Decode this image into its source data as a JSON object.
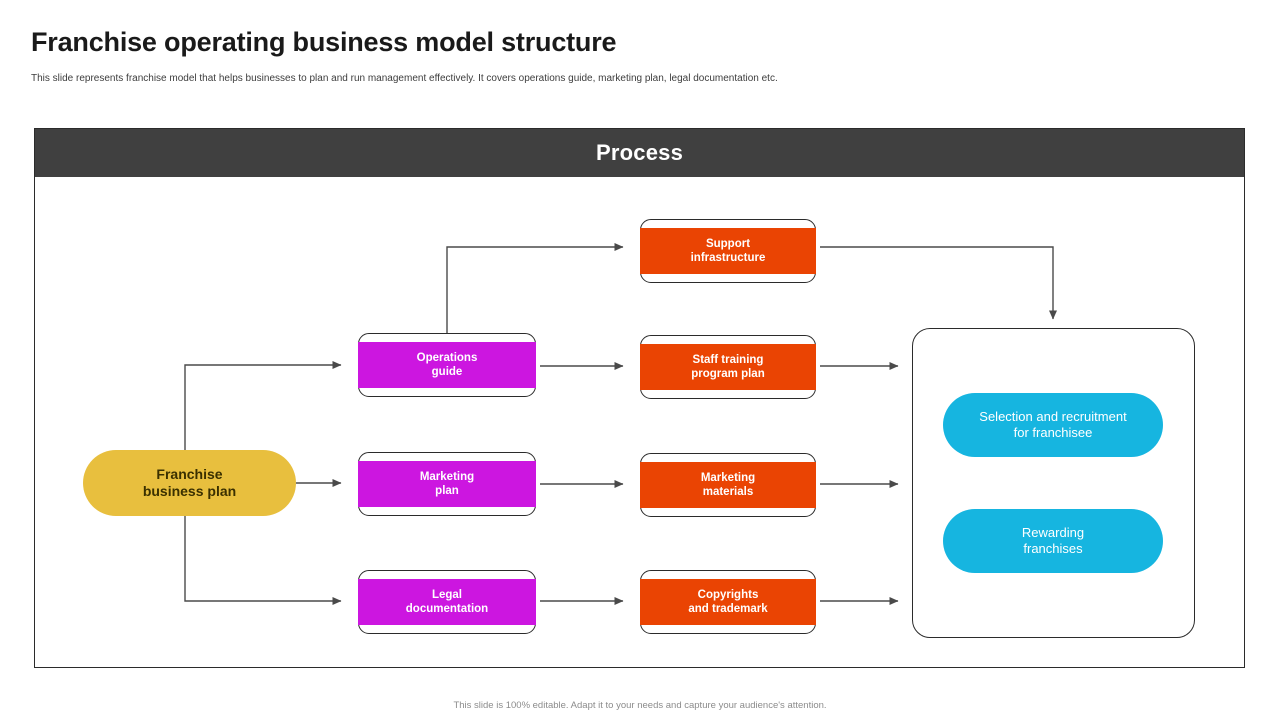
{
  "slide": {
    "title": "Franchise operating business model structure",
    "subtitle": "This slide represents franchise model that helps businesses to plan and run management effectively. It covers operations guide, marketing plan, legal documentation etc.",
    "footer": "This slide is 100% editable. Adapt it to your needs and capture your audience's attention."
  },
  "panel": {
    "header_label": "Process",
    "header_bg": "#404040",
    "header_text_color": "#ffffff",
    "border_color": "#2b2b2b"
  },
  "colors": {
    "start_node": "#e8bf3e",
    "start_node_text": "#3a3000",
    "stage_magenta": "#cc16e0",
    "stage_orange": "#ea4403",
    "outcome_cyan": "#16b5e0",
    "connector": "#4a4a4a",
    "box_frame": "#2b2b2b"
  },
  "nodes": {
    "start": {
      "line1": "Franchise",
      "line2": "business plan"
    },
    "column_plan": [
      {
        "line1": "Operations",
        "line2": "guide"
      },
      {
        "line1": "Marketing",
        "line2": "plan"
      },
      {
        "line1": "Legal",
        "line2": "documentation"
      }
    ],
    "column_output": [
      {
        "line1": "Support",
        "line2": "infrastructure"
      },
      {
        "line1": "Staff training",
        "line2": "program plan"
      },
      {
        "line1": "Marketing",
        "line2": "materials"
      },
      {
        "line1": "Copyrights",
        "line2": "and trademark"
      }
    ],
    "column_outcome": [
      {
        "line1": "Selection and recruitment",
        "line2": "for franchisee"
      },
      {
        "line1": "Rewarding",
        "line2": "franchises"
      }
    ]
  }
}
